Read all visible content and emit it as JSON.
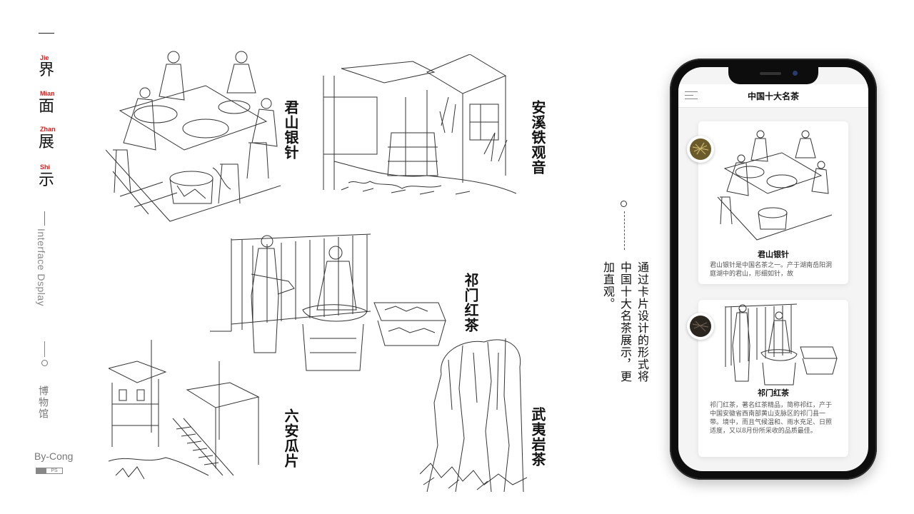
{
  "rail": {
    "pinyin": [
      "Jie",
      "Mian",
      "Zhan",
      "Shi"
    ],
    "chars": [
      "界",
      "面",
      "展",
      "示"
    ],
    "english": "Interface Dsplay",
    "museum": "博物馆",
    "author": "By-Cong",
    "badge": "PS"
  },
  "illustrations": [
    {
      "label": "君山银针"
    },
    {
      "label": "安溪铁观音"
    },
    {
      "label": "祁门红茶"
    },
    {
      "label": "六安瓜片"
    },
    {
      "label": "武夷岩茶"
    }
  ],
  "description": "通过卡片设计的形式将中国十大名茶展示，更加直观。",
  "phone": {
    "app_title": "中国十大名茶",
    "cards": [
      {
        "title": "君山银针",
        "text": "君山银针是中国名茶之一。产于湖南岳阳洞庭湖中的君山，形细如针，故"
      },
      {
        "title": "祁门红茶",
        "text": "祁门红茶，著名红茶精品，简称祁红，产于中国安徽省西南部黄山支脉区的祁门县一带。境中，而且气候温和、雨水充足、日照适度，又以8月份所采收的品质最佳。"
      }
    ]
  },
  "colors": {
    "accent_red": "#d21f1f",
    "ink": "#111111",
    "muted": "#888888"
  }
}
